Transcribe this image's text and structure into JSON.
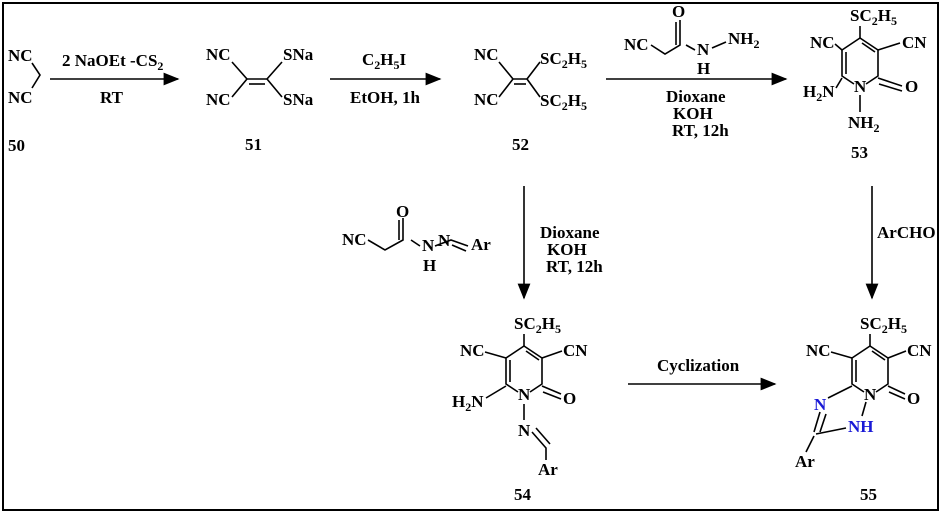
{
  "compounds": {
    "c50": {
      "number": "50",
      "cn_top": "NC",
      "cn_bottom": "NC"
    },
    "c51": {
      "number": "51",
      "cn1": "NC",
      "cn2": "NC",
      "s1": "SNa",
      "s2": "SNa"
    },
    "c52": {
      "number": "52",
      "cn1": "NC",
      "cn2": "NC",
      "s_prefix": "SC",
      "s_sub": "2",
      "s_suffix": "H",
      "s_sub2": "5"
    },
    "c53": {
      "number": "53",
      "nc": "NC",
      "cn": "CN",
      "h2n": "H",
      "h2n_sub": "2",
      "h2n_n": "N",
      "n": "N",
      "o": "O",
      "nh2": "NH",
      "nh2_sub": "2"
    },
    "c54": {
      "number": "54",
      "nc": "NC",
      "cn": "CN",
      "h2n": "H",
      "n": "N",
      "o": "O",
      "n2": "N",
      "ar": "Ar"
    },
    "c55": {
      "number": "55",
      "nc": "NC",
      "cn": "CN",
      "n_blue": "N",
      "nh_blue": "NH",
      "n": "N",
      "o": "O",
      "ar": "Ar"
    }
  },
  "reagents": {
    "r1_line1": "2 NaOEt -CS",
    "r1_line1_sub": "2",
    "r1_line2": "RT",
    "r2_line1": "C",
    "r2_line1_sub1": "2",
    "r2_line1_mid": "H",
    "r2_line1_sub2": "5",
    "r2_line1_end": "I",
    "r2_line2": "EtOH, 1h",
    "r3_nc": "NC",
    "r3_o": "O",
    "r3_n": "N",
    "r3_h": "H",
    "r3_nh2": "NH",
    "r3_nh2_sub": "2",
    "r3_line1": "Dioxane",
    "r3_line2": "KOH",
    "r3_line3": "RT, 12h",
    "r4_nc": "NC",
    "r4_o": "O",
    "r4_n1": "N",
    "r4_n2": "N",
    "r4_h": "H",
    "r4_ar": "Ar",
    "r4_line1": "Dioxane",
    "r4_line2": "KOH",
    "r4_line3": "RT, 12h",
    "r5": "ArCHO",
    "r6": "Cyclization"
  },
  "colors": {
    "heteroatom_highlight": "#1a1ad6",
    "text": "#000000"
  }
}
